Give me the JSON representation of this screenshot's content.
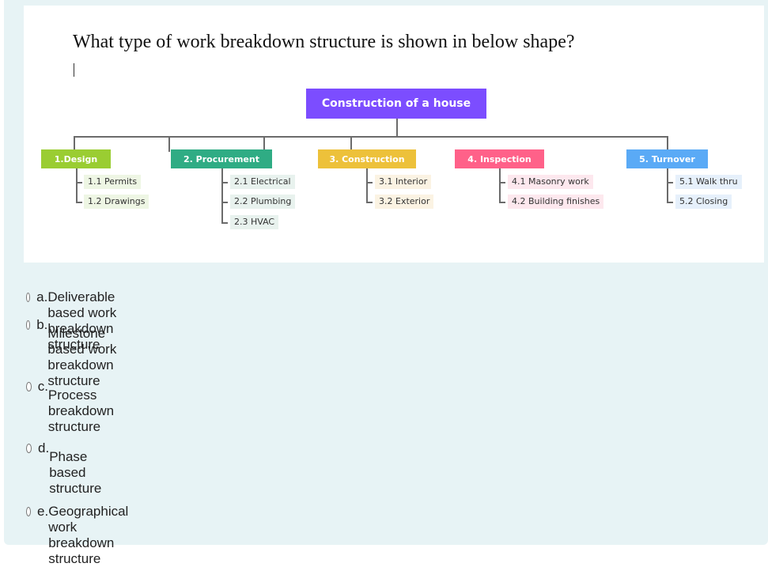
{
  "question": {
    "text": "What type of work breakdown structure is shown in below shape?"
  },
  "diagram": {
    "root": {
      "label": "Construction of a house",
      "color": "#7c4dff"
    },
    "branches": [
      {
        "label": "1.Design",
        "color": "#9acd32",
        "leaf_bg": "#eef6e4",
        "children": [
          "1.1 Permits",
          "1.2 Drawings"
        ]
      },
      {
        "label": "2. Procurement",
        "color": "#2fac84",
        "leaf_bg": "#e8f2ee",
        "children": [
          "2.1 Electrical",
          "2.2 Plumbing",
          "2.3 HVAC"
        ]
      },
      {
        "label": "3. Construction",
        "color": "#edc13a",
        "leaf_bg": "#fbf3e3",
        "children": [
          "3.1 Interior",
          "3.2 Exterior"
        ]
      },
      {
        "label": "4. Inspection",
        "color": "#ff6189",
        "leaf_bg": "#fde8ee",
        "children": [
          "4.1 Masonry work",
          "4.2 Building finishes"
        ]
      },
      {
        "label": "5. Turnover",
        "color": "#5aaaf6",
        "leaf_bg": "#e6f0fb",
        "children": [
          "5.1 Walk thru",
          "5.2 Closing"
        ]
      }
    ]
  },
  "options": [
    {
      "letter": "a.",
      "label": "Deliverable based work breakdown structure",
      "selected": false
    },
    {
      "letter": "b.",
      "label": "Milestone based work breakdown structure",
      "selected": false
    },
    {
      "letter": "c.",
      "label": "Process breakdown structure",
      "selected": false
    },
    {
      "letter": "d.",
      "label": "Phase based structure",
      "selected": false
    },
    {
      "letter": "e.",
      "label": "Geographical work breakdown structure",
      "selected": false
    }
  ]
}
